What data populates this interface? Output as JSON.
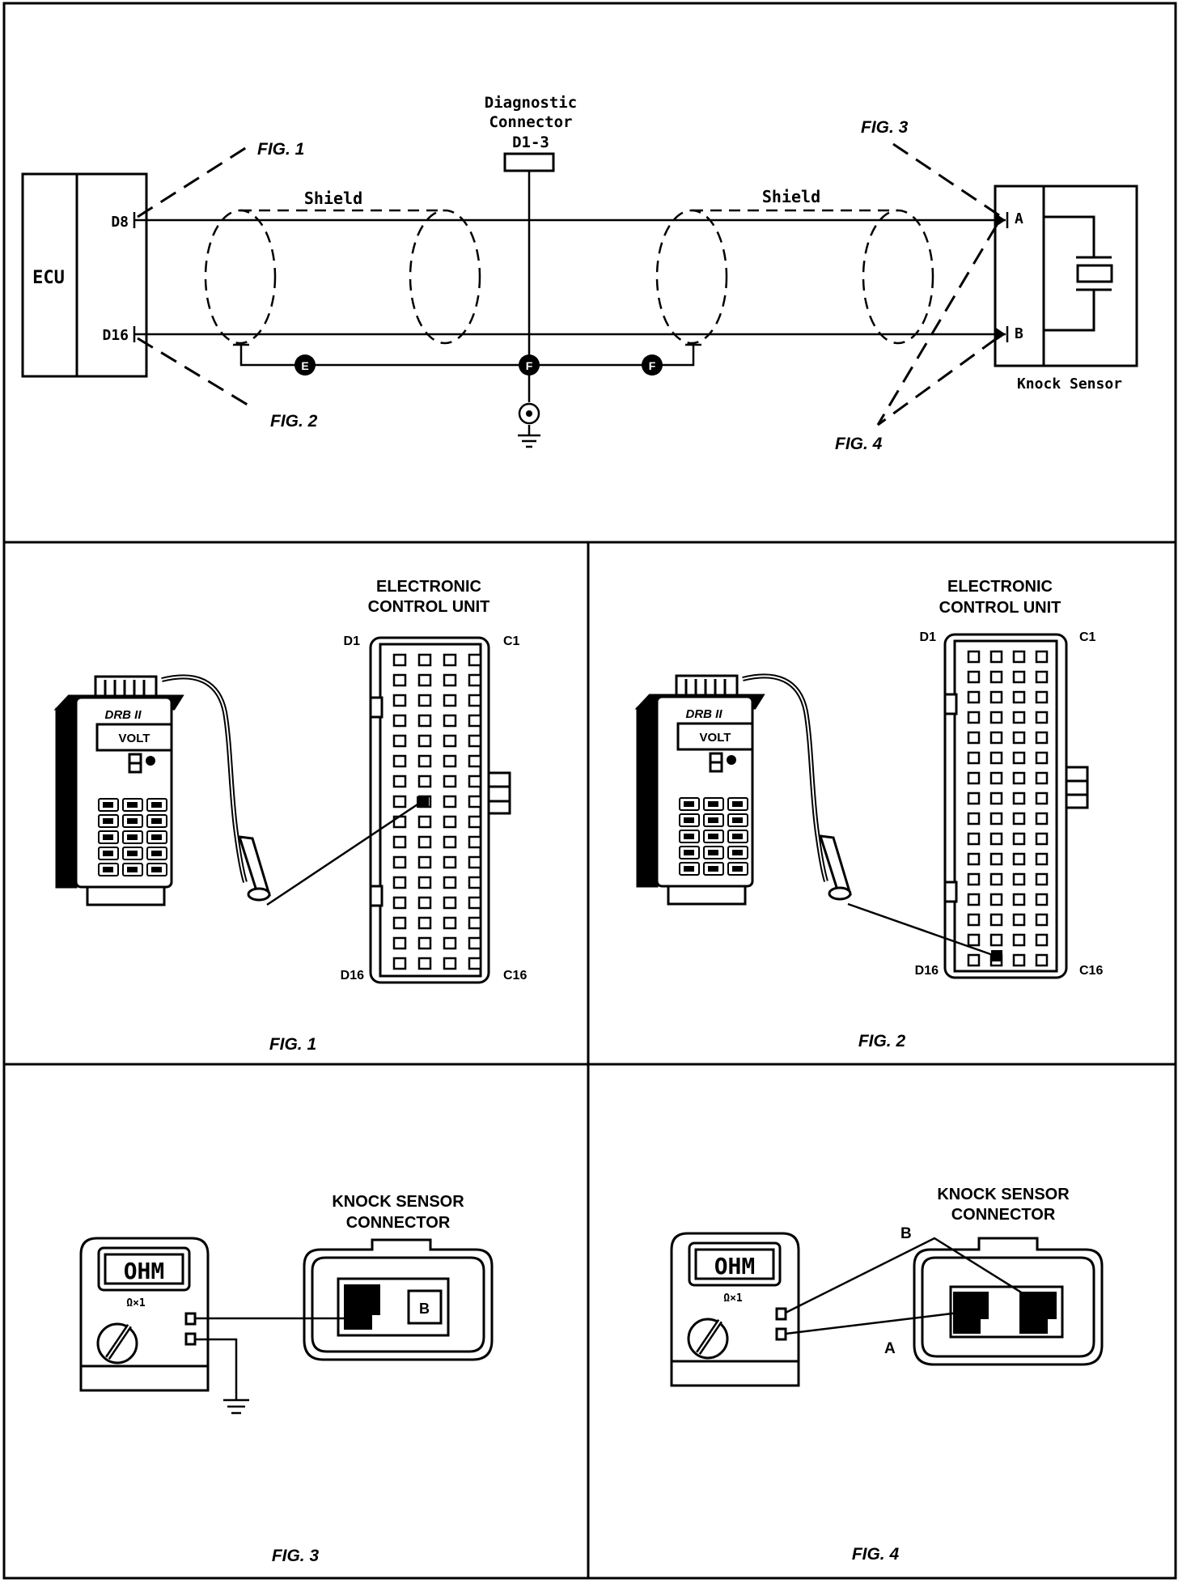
{
  "schematic": {
    "ecu_label": "ECU",
    "ecu_pin_top": "D8",
    "ecu_pin_bottom": "D16",
    "diag_title_line1": "Diagnostic",
    "diag_title_line2": "Connector",
    "diag_pin": "D1-3",
    "shield_left": "Shield",
    "shield_right": "Shield",
    "sensor_label": "Knock Sensor",
    "sensor_pin_a": "A",
    "sensor_pin_b": "B",
    "splice_1": "E",
    "splice_2": "F",
    "splice_3": "F",
    "callout_fig1": "FIG. 1",
    "callout_fig2": "FIG. 2",
    "callout_fig3": "FIG. 3",
    "callout_fig4": "FIG. 4"
  },
  "fig1": {
    "title_line1": "ELECTRONIC",
    "title_line2": "CONTROL UNIT",
    "corner_tl": "D1",
    "corner_tr": "C1",
    "corner_bl": "D16",
    "corner_br": "C16",
    "tester_brand": "DRB II",
    "tester_mode": "VOLT",
    "caption": "FIG. 1",
    "probe_row": 8
  },
  "fig2": {
    "title_line1": "ELECTRONIC",
    "title_line2": "CONTROL UNIT",
    "corner_tl": "D1",
    "corner_tr": "C1",
    "corner_bl": "D16",
    "corner_br": "C16",
    "tester_brand": "DRB II",
    "tester_mode": "VOLT",
    "caption": "FIG. 2",
    "probe_row": 16
  },
  "fig3": {
    "title_line1": "KNOCK SENSOR",
    "title_line2": "CONNECTOR",
    "meter_display": "OHM",
    "meter_range": "Ω×1",
    "terminal_b": "B",
    "caption": "FIG. 3"
  },
  "fig4": {
    "title_line1": "KNOCK SENSOR",
    "title_line2": "CONNECTOR",
    "meter_display": "OHM",
    "meter_range": "Ω×1",
    "label_b": "B",
    "label_a": "A",
    "caption": "FIG. 4"
  }
}
